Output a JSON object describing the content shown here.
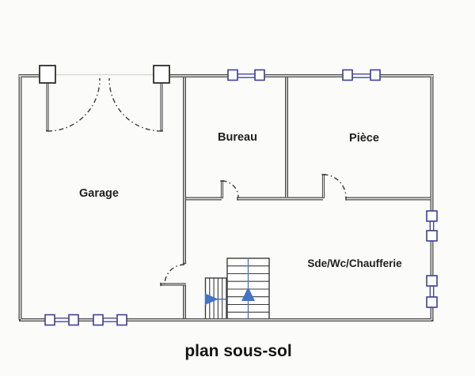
{
  "title": "plan sous-sol",
  "rooms": {
    "garage": "Garage",
    "bureau": "Bureau",
    "piece": "Pièce",
    "sde": "Sde/Wc/Chaufferie"
  },
  "colors": {
    "background": "#fbfbf9",
    "wall": "#4a4a4a",
    "window_frame": "#3c3f95",
    "stair_arrow": "#4472c4",
    "label_text": "#1f1f1f",
    "title_text": "#141414"
  }
}
